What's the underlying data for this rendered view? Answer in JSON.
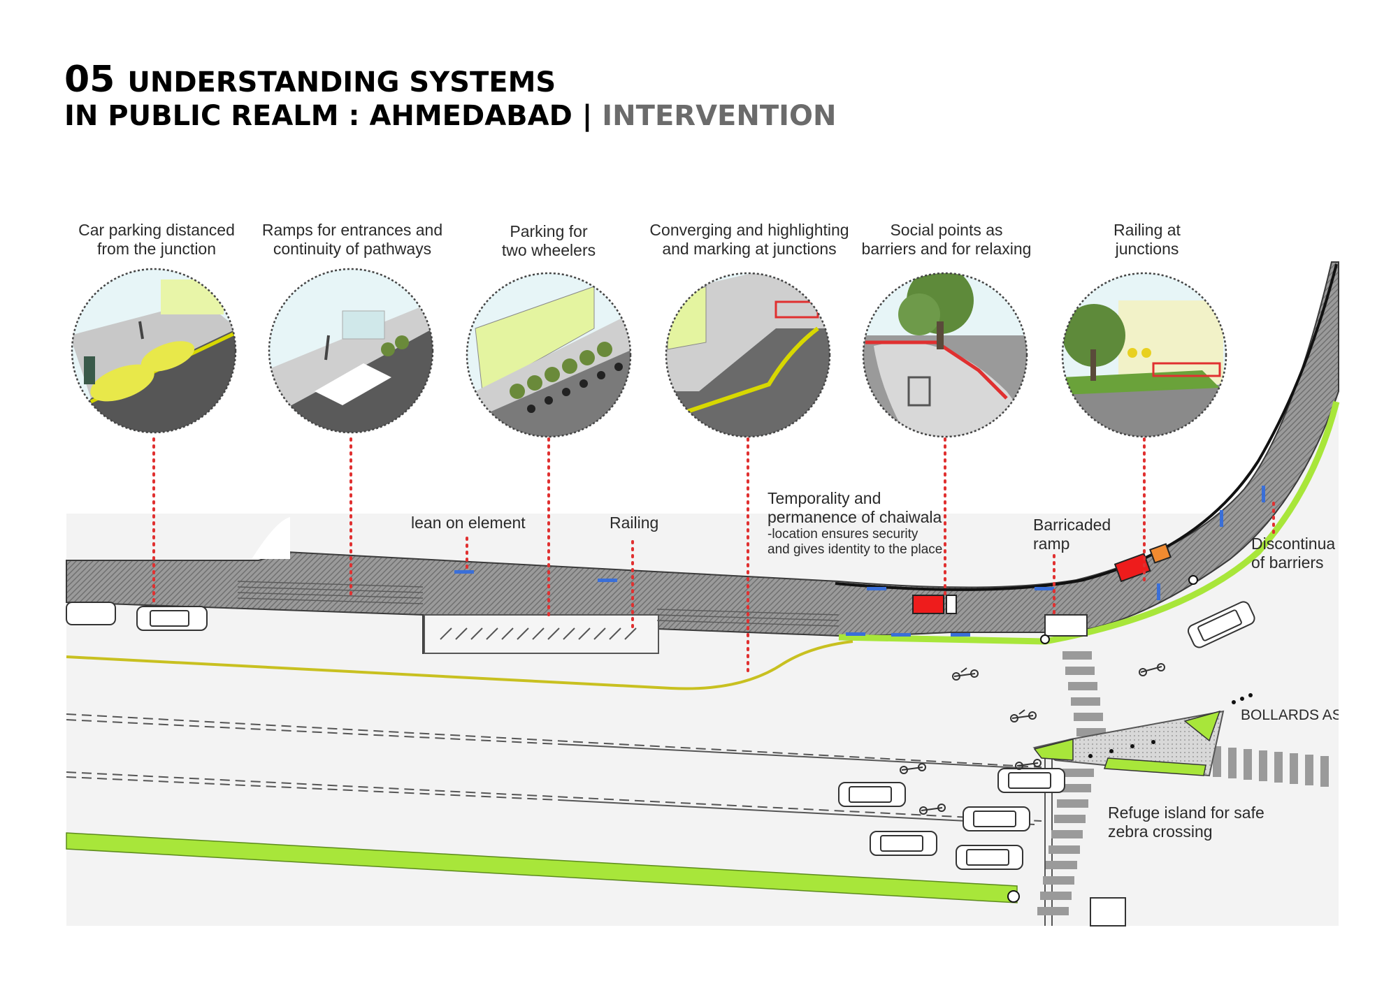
{
  "title": {
    "number": "05",
    "line1": "UNDERSTANDING SYSTEMS",
    "line2_main": "IN PUBLIC REALM : AHMEDABAD |",
    "line2_accent": "INTERVENTION",
    "accent_color": "#6b6b6b"
  },
  "callouts": [
    {
      "line1": "Car parking distanced",
      "line2": "from the junction"
    },
    {
      "line1": "Ramps for entrances and",
      "line2": "continuity of pathways"
    },
    {
      "line1": "Parking for",
      "line2": "two wheelers"
    },
    {
      "line1": "Converging  and highlighting",
      "line2": "and marking at junctions"
    },
    {
      "line1": "Social points as",
      "line2": "barriers and for relaxing"
    },
    {
      "line1": "Railing at",
      "line2": "junctions"
    }
  ],
  "plan_labels": {
    "lean": "lean on element",
    "railing": "Railing",
    "chaiwala_1": "Temporality and",
    "chaiwala_2": "permanence of chaiwala",
    "chaiwala_3": "-location ensures security",
    "chaiwala_4": "and gives identity to the place",
    "ramp_1": "Barricaded",
    "ramp_2": "ramp",
    "disc_1": "Discontinuat",
    "disc_2": "of barriers",
    "bollards": "BOLLARDS AS",
    "refuge_1": "Refuge island for safe",
    "refuge_2": "zebra crossing"
  },
  "colors": {
    "accent_green": "#a8e63a",
    "leader_red": "#e03030",
    "chaiwala_red": "#ee1c1c",
    "marker_blue": "#3a6fd8",
    "pavement": "#8e8e8e",
    "road": "#f2f2f2",
    "yellow_line": "#c8c020"
  }
}
